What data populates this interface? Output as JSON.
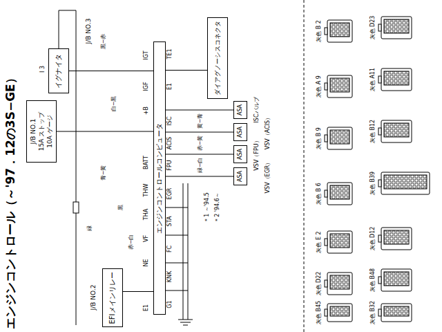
{
  "diagram": {
    "title": "エンジンコントロール（～'97．12の3S−GE）",
    "nodes": [
      {
        "text": [
          "イグナイタ"
        ]
      },
      {
        "text": [
          "J/B NO.1",
          "15A ストップ",
          "10A ゲージ"
        ]
      },
      {
        "text": [
          "ダイアグノーシスコネクタ"
        ]
      },
      {
        "text": [
          "エンジンコントロールコンピュータ"
        ]
      },
      {
        "text": [
          "ASA"
        ]
      },
      {
        "text": [
          "ASA"
        ]
      },
      {
        "text": [
          "ASA"
        ]
      },
      {
        "text": [
          "ASA"
        ]
      },
      {
        "text": [
          "EFIメインリレー"
        ]
      }
    ],
    "edges": [
      {
        "from": 0,
        "to": 3,
        "arrow": "none"
      },
      {
        "from": 1,
        "to": 3,
        "arrow": "none"
      },
      {
        "from": 2,
        "to": 3,
        "arrow": "none"
      },
      {
        "from": 3,
        "to": 4,
        "arrow": "none"
      },
      {
        "from": 3,
        "to": 5,
        "arrow": "none"
      },
      {
        "from": 3,
        "to": 6,
        "arrow": "none"
      },
      {
        "from": 3,
        "to": 7,
        "arrow": "none"
      },
      {
        "from": 8,
        "to": 3,
        "arrow": "none"
      }
    ],
    "labels": [
      "I 3",
      "J/B NO.3",
      "黒−赤",
      "白−黒",
      "青−黄",
      "黒",
      "赤−白",
      "緑",
      "IGT",
      "IGF",
      "+B",
      "BATT",
      "THW",
      "THA",
      "VF",
      "NE",
      "E1",
      "TE1",
      "E1",
      "ISC",
      "ACIS",
      "FPU",
      "EGR",
      "STA",
      "FC",
      "KNK",
      "G1",
      "黄−青",
      "赤−黄",
      "緑−白",
      "ISCバルブ",
      "VSV（ACIS）",
      "VSV（FPU）",
      "VSV（EGR）",
      "＊1 ～'94.5",
      "＊2 '94.6～",
      "J/B NO.2",
      "灰色 B 2",
      "灰色 A 9",
      "灰色 B 9",
      "灰色 B 6",
      "灰色 E 2",
      "灰色 D22",
      "灰色 B45",
      "灰色 D23",
      "灰色 A11",
      "灰色 B12",
      "灰色 B39",
      "灰色 D12",
      "灰色 B48",
      "灰色 B32"
    ]
  }
}
